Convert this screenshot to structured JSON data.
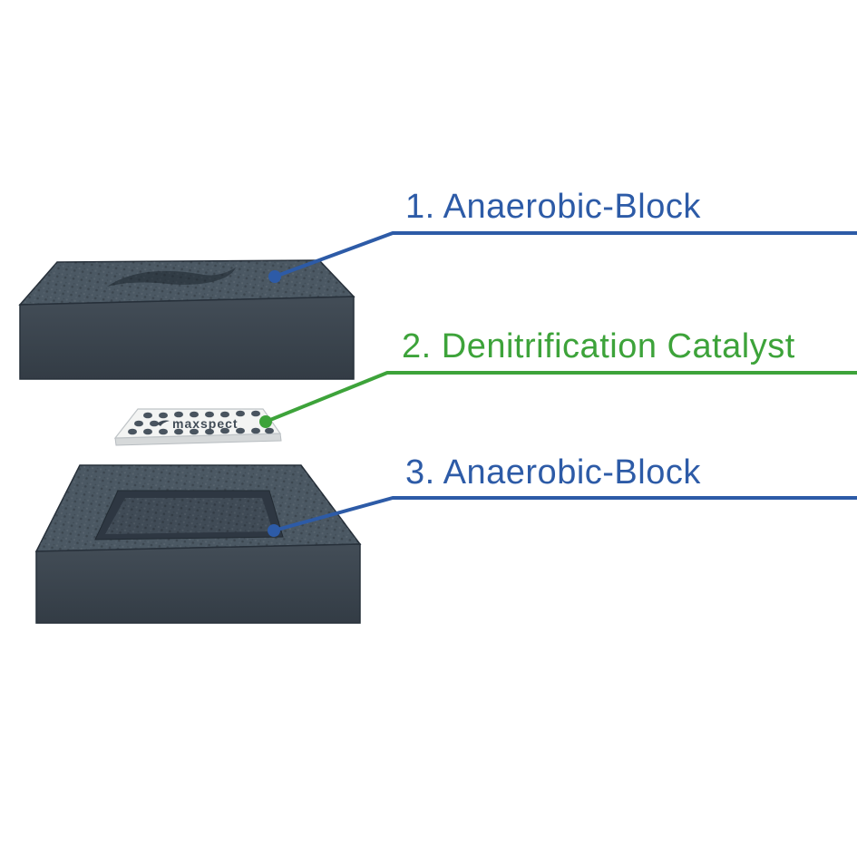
{
  "diagram": {
    "labels": [
      {
        "text": "1. Anaerobic-Block",
        "color": "blue"
      },
      {
        "text": "2. Denitrification Catalyst",
        "color": "green"
      },
      {
        "text": "3. Anaerobic-Block",
        "color": "blue"
      }
    ],
    "plate_brand": "maxspect"
  },
  "colors": {
    "blue": "#2d5ba7",
    "green": "#3da33a",
    "block_top": "#4b5863",
    "block_front": "#39434d",
    "block_recess_wall": "#2e3742",
    "block_recess_floor": "#404b56",
    "plate_face": "#f3f4f3",
    "plate_edge": "#d6d9da",
    "hole": "#49545f"
  }
}
